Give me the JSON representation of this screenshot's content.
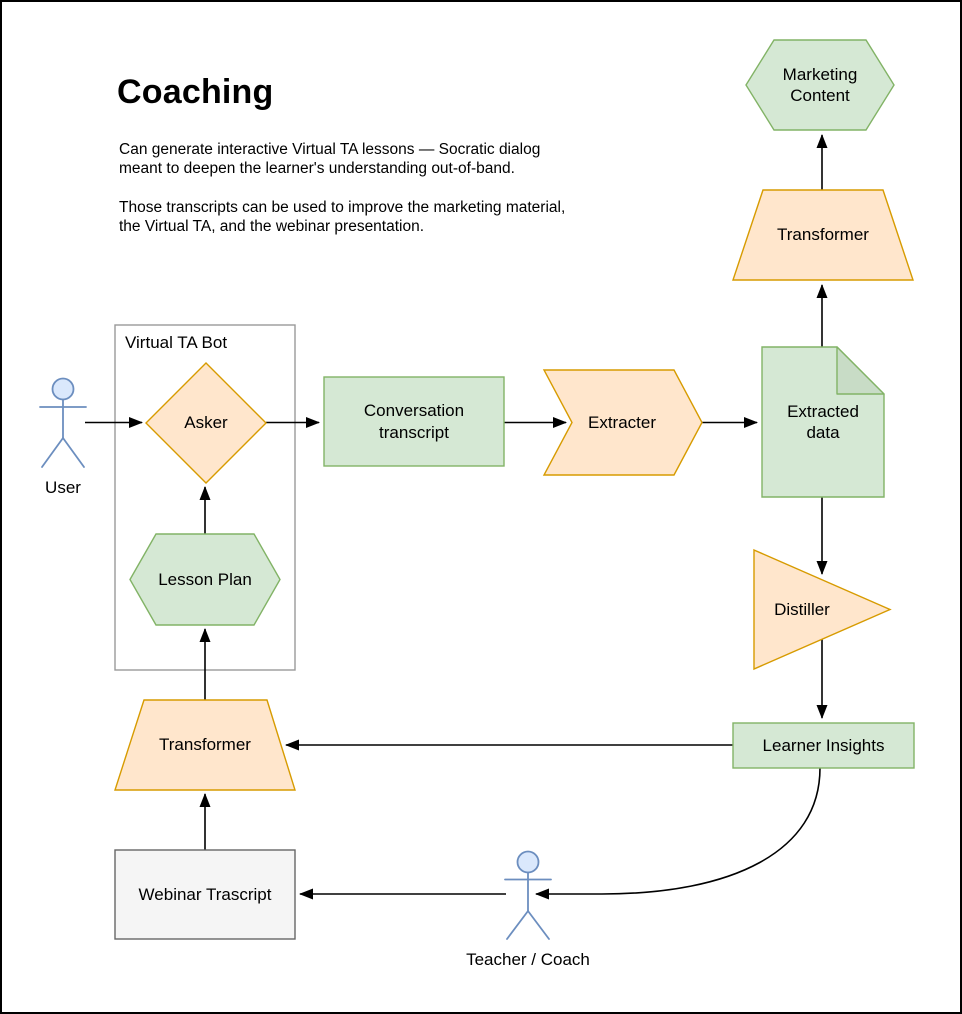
{
  "page": {
    "title": "Coaching",
    "description": [
      "Can generate interactive Virtual TA lessons — Socratic dialog meant to deepen the learner's understanding out-of-band.",
      "Those transcripts can be used to improve the marketing material, the Virtual TA, and the webinar presentation."
    ]
  },
  "diagram": {
    "container": {
      "label": "Virtual TA Bot"
    },
    "nodes": {
      "marketing_content": {
        "label": "Marketing Content",
        "shape": "hexagon",
        "fill": "#d5e8d4",
        "stroke": "#82b366"
      },
      "transformer_top": {
        "label": "Transformer",
        "shape": "trapezoid",
        "fill": "#ffe6cc",
        "stroke": "#d79b00"
      },
      "extracted_data": {
        "label": "Extracted data",
        "shape": "document",
        "fill": "#d5e8d4",
        "stroke": "#82b366"
      },
      "extracter": {
        "label": "Extracter",
        "shape": "chevron",
        "fill": "#ffe6cc",
        "stroke": "#d79b00"
      },
      "conversation_transcript": {
        "label": "Conversation transcript",
        "shape": "rectangle",
        "fill": "#d5e8d4",
        "stroke": "#82b366"
      },
      "asker": {
        "label": "Asker",
        "shape": "diamond",
        "fill": "#ffe6cc",
        "stroke": "#d79b00"
      },
      "lesson_plan": {
        "label": "Lesson Plan",
        "shape": "hexagon",
        "fill": "#d5e8d4",
        "stroke": "#82b366"
      },
      "distiller": {
        "label": "Distiller",
        "shape": "triangle",
        "fill": "#ffe6cc",
        "stroke": "#d79b00"
      },
      "learner_insights": {
        "label": "Learner Insights",
        "shape": "rectangle",
        "fill": "#d5e8d4",
        "stroke": "#82b366"
      },
      "transformer_bottom": {
        "label": "Transformer",
        "shape": "trapezoid",
        "fill": "#ffe6cc",
        "stroke": "#d79b00"
      },
      "webinar_transcript": {
        "label": "Webinar Trascript",
        "shape": "rectangle",
        "fill": "#f5f5f5",
        "stroke": "#666666"
      }
    },
    "actors": {
      "user": {
        "label": "User",
        "stroke": "#6c8ebf",
        "fill": "#dae8fc"
      },
      "teacher": {
        "label": "Teacher / Coach",
        "stroke": "#6c8ebf",
        "fill": "#dae8fc"
      }
    },
    "connections": [
      {
        "from": "user",
        "to": "asker"
      },
      {
        "from": "asker",
        "to": "conversation_transcript"
      },
      {
        "from": "conversation_transcript",
        "to": "extracter"
      },
      {
        "from": "extracter",
        "to": "extracted_data"
      },
      {
        "from": "extracted_data",
        "to": "transformer_top"
      },
      {
        "from": "transformer_top",
        "to": "marketing_content"
      },
      {
        "from": "extracted_data",
        "to": "distiller"
      },
      {
        "from": "distiller",
        "to": "learner_insights"
      },
      {
        "from": "learner_insights",
        "to": "transformer_bottom"
      },
      {
        "from": "learner_insights",
        "to": "teacher"
      },
      {
        "from": "teacher",
        "to": "webinar_transcript"
      },
      {
        "from": "webinar_transcript",
        "to": "transformer_bottom"
      },
      {
        "from": "transformer_bottom",
        "to": "lesson_plan"
      },
      {
        "from": "lesson_plan",
        "to": "asker"
      }
    ]
  }
}
